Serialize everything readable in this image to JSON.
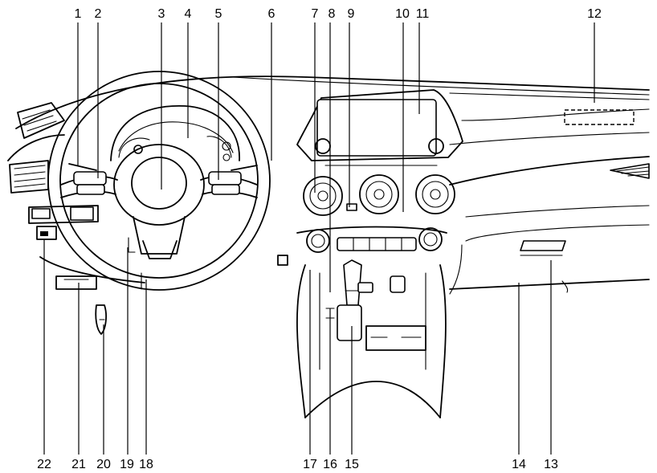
{
  "callouts": [
    {
      "id": "1",
      "label": "1"
    },
    {
      "id": "2",
      "label": "2"
    },
    {
      "id": "3",
      "label": "3"
    },
    {
      "id": "4",
      "label": "4"
    },
    {
      "id": "5",
      "label": "5"
    },
    {
      "id": "6",
      "label": "6"
    },
    {
      "id": "7",
      "label": "7"
    },
    {
      "id": "8",
      "label": "8"
    },
    {
      "id": "9",
      "label": "9"
    },
    {
      "id": "10",
      "label": "10"
    },
    {
      "id": "11",
      "label": "11"
    },
    {
      "id": "12",
      "label": "12"
    },
    {
      "id": "13",
      "label": "13"
    },
    {
      "id": "14",
      "label": "14"
    },
    {
      "id": "15",
      "label": "15"
    },
    {
      "id": "16",
      "label": "16"
    },
    {
      "id": "17",
      "label": "17"
    },
    {
      "id": "18",
      "label": "18"
    },
    {
      "id": "19",
      "label": "19"
    },
    {
      "id": "20",
      "label": "20"
    },
    {
      "id": "21",
      "label": "21"
    },
    {
      "id": "22",
      "label": "22"
    }
  ],
  "colors": {
    "line": "#000000",
    "background": "#ffffff"
  }
}
